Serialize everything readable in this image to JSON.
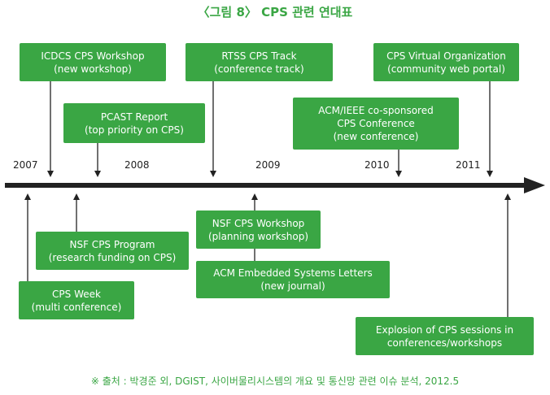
{
  "title": "〈그림 8〉 CPS 관련 연대표",
  "source": "※ 출처 : 박경준 외, DGIST, 사이버물리시스템의 개요 및 통신망 관련 이슈 분석, 2012.5",
  "colors": {
    "box": "#3aa644",
    "line": "#222222"
  },
  "years": [
    "2007",
    "2008",
    "2009",
    "2010",
    "2011"
  ],
  "events": [
    {
      "id": "icdcs",
      "lines": [
        "ICDCS CPS Workshop",
        "(new workshop)"
      ]
    },
    {
      "id": "pcast",
      "lines": [
        "PCAST Report",
        "(top priority on CPS)"
      ]
    },
    {
      "id": "rtss",
      "lines": [
        "RTSS CPS Track",
        "(conference track)"
      ]
    },
    {
      "id": "acm-ieee",
      "lines": [
        "ACM/IEEE co-sponsored",
        "CPS Conference",
        "(new conference)"
      ]
    },
    {
      "id": "virtual-org",
      "lines": [
        "CPS Virtual Organization",
        "(community web portal)"
      ]
    },
    {
      "id": "cps-week",
      "lines": [
        "CPS Week",
        "(multi conference)"
      ]
    },
    {
      "id": "nsf-program",
      "lines": [
        "NSF CPS Program",
        "(research funding on CPS)"
      ]
    },
    {
      "id": "nsf-workshop",
      "lines": [
        "NSF CPS Workshop",
        "(planning workshop)"
      ]
    },
    {
      "id": "acm-letters",
      "lines": [
        "ACM Embedded Systems Letters",
        "(new journal)"
      ]
    },
    {
      "id": "explosion",
      "lines": [
        "Explosion of CPS sessions in",
        "conferences/workshops"
      ]
    }
  ]
}
